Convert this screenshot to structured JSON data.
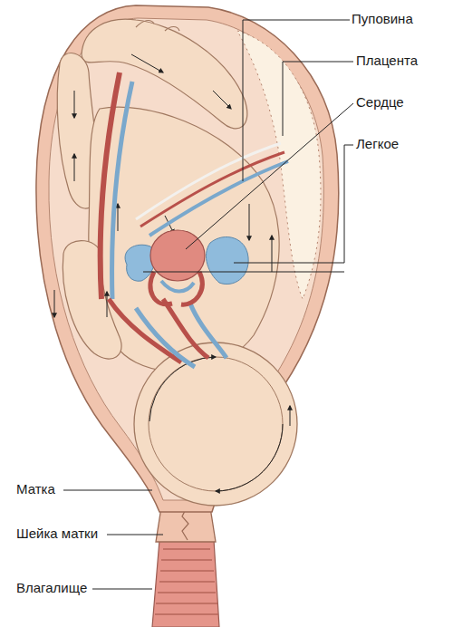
{
  "diagram": {
    "labels": [
      "Пуповина",
      "Плацента",
      "Сердце",
      "Легкое",
      "Матка",
      "Шейка матки",
      "Влагалище"
    ]
  }
}
